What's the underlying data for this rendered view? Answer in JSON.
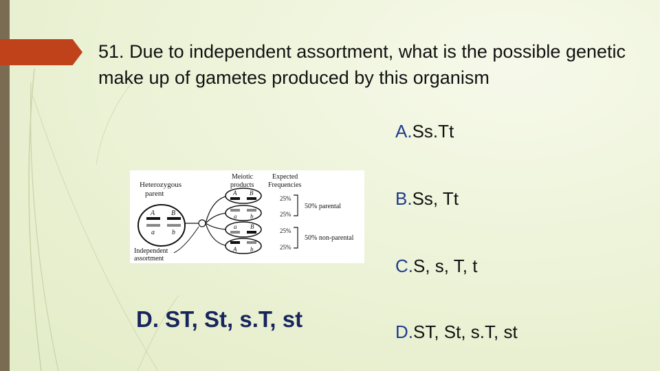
{
  "question": {
    "number": "51.",
    "text": "Due to independent assortment, what is the possible genetic make up of gametes produced by this organism"
  },
  "options": [
    {
      "letter": "A.",
      "text": "Ss.Tt"
    },
    {
      "letter": "B.",
      "text": "Ss, Tt"
    },
    {
      "letter": "C.",
      "text": "S, s, T, t"
    },
    {
      "letter": "D.",
      "text": "ST, St, s.T, st"
    }
  ],
  "answer": "D. ST, St, s.T, st",
  "figure": {
    "parent_label_1": "Heterozygous",
    "parent_label_2": "parent",
    "meiotic_label_1": "Meiotic",
    "meiotic_label_2": "products",
    "expected_label_1": "Expected",
    "expected_label_2": "Frequencies",
    "independent_label_1": "Independent",
    "independent_label_2": "assortment",
    "parent_alleles": [
      "A",
      "B",
      "a",
      "b"
    ],
    "gametes": [
      {
        "left": "A",
        "right": "B",
        "freq": "25%"
      },
      {
        "left": "a",
        "right": "b",
        "freq": "25%"
      },
      {
        "left": "a",
        "right": "B",
        "freq": "25%"
      },
      {
        "left": "A",
        "right": "b",
        "freq": "25%"
      }
    ],
    "parental_label": "50% parental",
    "nonparental_label": "50% non-parental"
  },
  "colors": {
    "accent_tab": "#c0421a",
    "left_bar": "#7a6c52",
    "option_letter": "#1f3b8a",
    "answer_text": "#18245e"
  }
}
